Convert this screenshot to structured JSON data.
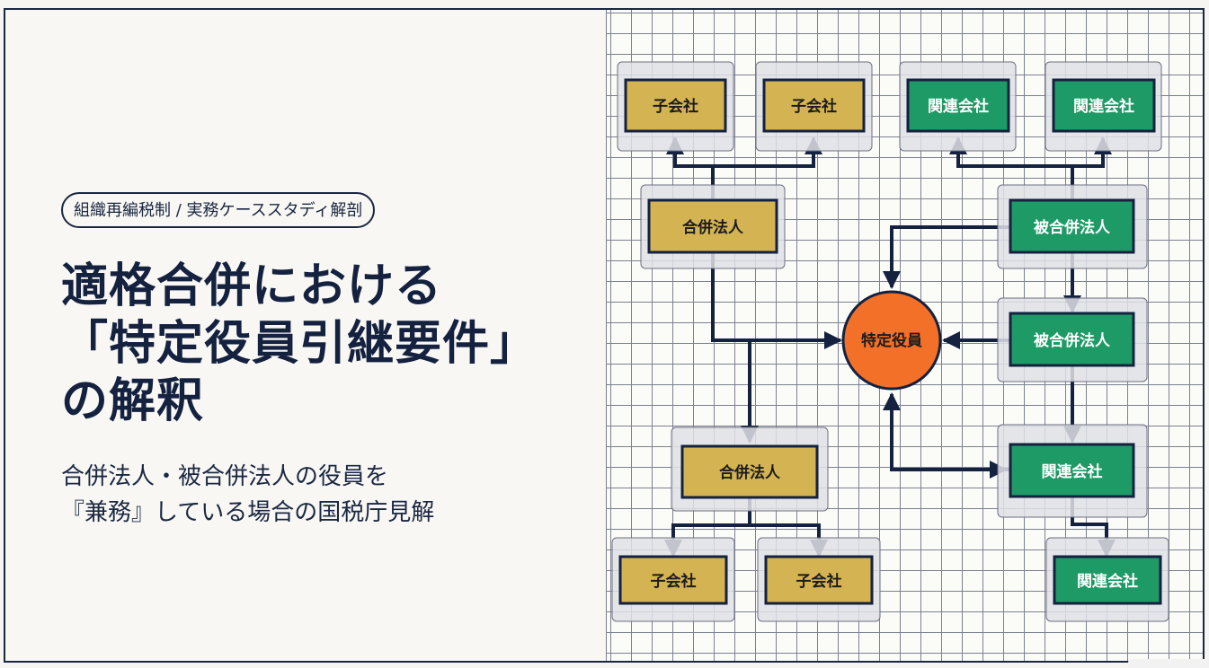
{
  "left_panel": {
    "tag": "組織再編税制 / 実務ケーススタディ解剖",
    "title_lines": [
      "適格合併における",
      "「特定役員引継要件」",
      "の解釈"
    ],
    "subtitle_lines": [
      "合併法人・被合併法人の役員を",
      "『兼務』している場合の国税庁見解"
    ]
  },
  "colors": {
    "navy": "#14213f",
    "gold": "#d4b353",
    "green": "#1e9a66",
    "orange": "#f37028",
    "container": "#dfe1e6"
  },
  "diagram": {
    "nodes": {
      "sub_top_left": {
        "label": "子会社",
        "kind": "gold"
      },
      "sub_top_right": {
        "label": "子会社",
        "kind": "gold"
      },
      "rel_top_left": {
        "label": "関連会社",
        "kind": "green"
      },
      "rel_top_right": {
        "label": "関連会社",
        "kind": "green"
      },
      "merger_top": {
        "label": "合併法人",
        "kind": "gold"
      },
      "merged_top": {
        "label": "被合併法人",
        "kind": "green"
      },
      "officer": {
        "label": "特定役員",
        "kind": "orange"
      },
      "merged_mid": {
        "label": "被合併法人",
        "kind": "green"
      },
      "merger_bottom": {
        "label": "合併法人",
        "kind": "gold"
      },
      "rel_mid": {
        "label": "関連会社",
        "kind": "green"
      },
      "sub_bottom_left": {
        "label": "子会社",
        "kind": "gold"
      },
      "sub_bottom_right": {
        "label": "子会社",
        "kind": "gold"
      },
      "rel_bottom": {
        "label": "関連会社",
        "kind": "green"
      }
    }
  }
}
